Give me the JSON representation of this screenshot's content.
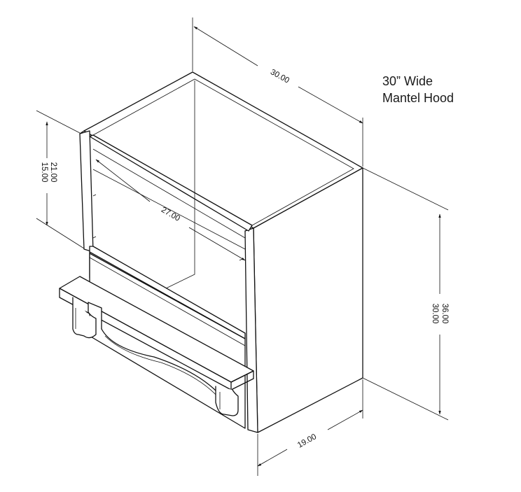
{
  "title": {
    "line1": "30” Wide",
    "line2": "Mantel Hood"
  },
  "dimensions": {
    "depth_top": "30.00",
    "height_left_1": "15.00",
    "height_left_2": "21.00",
    "inner_width": "27.00",
    "height_right_1": "30.00",
    "height_right_2": "36.00",
    "side_depth": "19.00"
  }
}
